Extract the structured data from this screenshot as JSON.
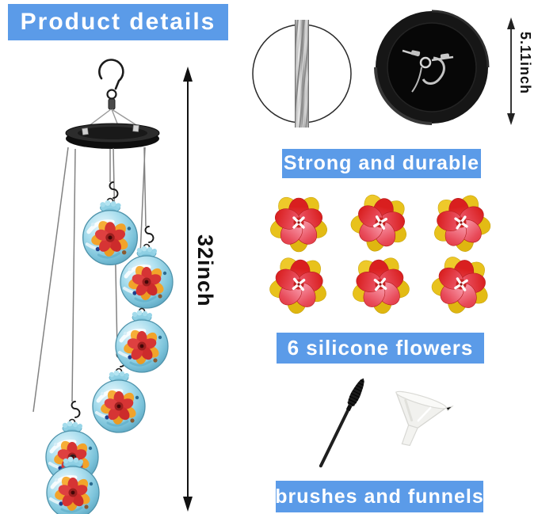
{
  "title": "Product details",
  "accent_color": "#5b9be8",
  "chime": {
    "height_label": "32inch",
    "ball_count": 6,
    "glass_color": "#9fd4e6"
  },
  "hardware": {
    "caption": "Strong and durable",
    "disc_diameter_label": "5.11inch"
  },
  "flowers": {
    "caption": "6 silicone flowers",
    "count": 6,
    "red_color": "#e23a3a",
    "yellow_color": "#e8c21c"
  },
  "accessories": {
    "caption": "brushes and funnels",
    "items": [
      "brush",
      "funnel"
    ]
  }
}
